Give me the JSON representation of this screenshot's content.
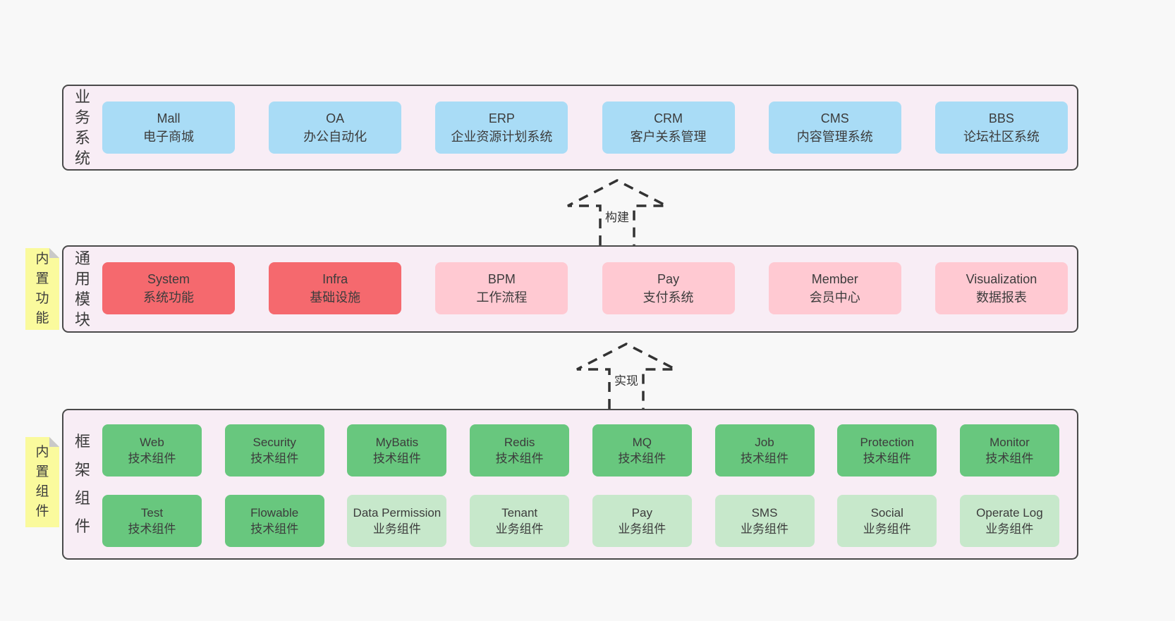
{
  "colors": {
    "blue": "#a9dcf6",
    "red": "#f5696e",
    "pink": "#ffc9d2",
    "green": "#68c77e",
    "lightgreen": "#c7e8cb",
    "band_background": "#f8edf5",
    "band_border": "#4a4a4a",
    "note_yellow": "#fafa9d",
    "note_fold_gray": "#c9c9c9",
    "page_background": "#f8f8f8",
    "arrow_stroke": "#333333",
    "text": "#3c3c3c"
  },
  "arrows": [
    {
      "label": "构建"
    },
    {
      "label": "实现"
    }
  ],
  "notes": [
    {
      "label": "内置功能"
    },
    {
      "label": "内置组件"
    }
  ],
  "bands": [
    {
      "label": "业务系统",
      "boxes": [
        {
          "title": "Mall",
          "subtitle": "电子商城",
          "variant": "blue"
        },
        {
          "title": "OA",
          "subtitle": "办公自动化",
          "variant": "blue"
        },
        {
          "title": "ERP",
          "subtitle": "企业资源计划系统",
          "variant": "blue"
        },
        {
          "title": "CRM",
          "subtitle": "客户关系管理",
          "variant": "blue"
        },
        {
          "title": "CMS",
          "subtitle": "内容管理系统",
          "variant": "blue"
        },
        {
          "title": "BBS",
          "subtitle": "论坛社区系统",
          "variant": "blue"
        }
      ]
    },
    {
      "label": "通用模块",
      "boxes": [
        {
          "title": "System",
          "subtitle": "系统功能",
          "variant": "red"
        },
        {
          "title": "Infra",
          "subtitle": "基础设施",
          "variant": "red"
        },
        {
          "title": "BPM",
          "subtitle": "工作流程",
          "variant": "pink"
        },
        {
          "title": "Pay",
          "subtitle": "支付系统",
          "variant": "pink"
        },
        {
          "title": "Member",
          "subtitle": "会员中心",
          "variant": "pink"
        },
        {
          "title": "Visualization",
          "subtitle": "数据报表",
          "variant": "pink"
        }
      ]
    },
    {
      "label": "框架组件",
      "rows": [
        [
          {
            "title": "Web",
            "subtitle": "技术组件",
            "variant": "green"
          },
          {
            "title": "Security",
            "subtitle": "技术组件",
            "variant": "green"
          },
          {
            "title": "MyBatis",
            "subtitle": "技术组件",
            "variant": "green"
          },
          {
            "title": "Redis",
            "subtitle": "技术组件",
            "variant": "green"
          },
          {
            "title": "MQ",
            "subtitle": "技术组件",
            "variant": "green"
          },
          {
            "title": "Job",
            "subtitle": "技术组件",
            "variant": "green"
          },
          {
            "title": "Protection",
            "subtitle": "技术组件",
            "variant": "green"
          },
          {
            "title": "Monitor",
            "subtitle": "技术组件",
            "variant": "green"
          }
        ],
        [
          {
            "title": "Test",
            "subtitle": "技术组件",
            "variant": "green"
          },
          {
            "title": "Flowable",
            "subtitle": "技术组件",
            "variant": "green"
          },
          {
            "title": "Data Permission",
            "subtitle": "业务组件",
            "variant": "lightgreen"
          },
          {
            "title": "Tenant",
            "subtitle": "业务组件",
            "variant": "lightgreen"
          },
          {
            "title": "Pay",
            "subtitle": "业务组件",
            "variant": "lightgreen"
          },
          {
            "title": "SMS",
            "subtitle": "业务组件",
            "variant": "lightgreen"
          },
          {
            "title": "Social",
            "subtitle": "业务组件",
            "variant": "lightgreen"
          },
          {
            "title": "Operate Log",
            "subtitle": "业务组件",
            "variant": "lightgreen"
          }
        ]
      ]
    }
  ]
}
